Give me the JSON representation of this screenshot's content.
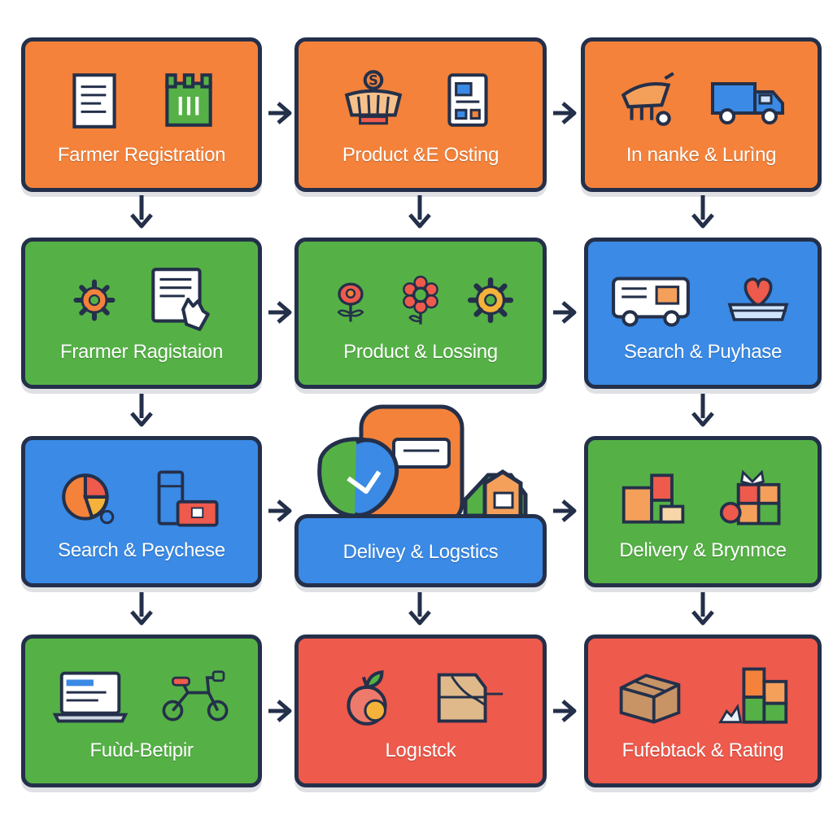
{
  "diagram": {
    "rows": [
      [
        {
          "label": "Farmer Registration",
          "color": "#f4823a",
          "icons": [
            "document-icon",
            "building-icon"
          ]
        },
        {
          "label": "Product &E Osting",
          "color": "#f4823a",
          "icons": [
            "market-basket-icon",
            "id-card-icon"
          ]
        },
        {
          "label": "In nanke & Lurìng",
          "color": "#f4823a",
          "icons": [
            "cart-icon",
            "truck-icon"
          ]
        }
      ],
      [
        {
          "label": "Frarmer Ragistaion",
          "color": "#55b146",
          "icons": [
            "gear-icon",
            "form-hand-icon"
          ]
        },
        {
          "label": "Product & Lossing",
          "color": "#55b146",
          "icons": [
            "flower-icon",
            "flower-icon",
            "gear-icon"
          ]
        },
        {
          "label": "Search & Puyhase",
          "color": "#3a8ae6",
          "icons": [
            "delivery-van-icon",
            "heart-box-icon"
          ]
        }
      ],
      [
        {
          "label": "Search & Peychese",
          "color": "#3a8ae6",
          "icons": [
            "pie-chart-icon",
            "bag-card-icon"
          ]
        },
        {
          "label": "Delivey & Logstics",
          "color": "#3a8ae6",
          "icons": [
            "check-bubble-icon",
            "message-icon",
            "barn-icon"
          ]
        },
        {
          "label": "Delivery & Brynmce",
          "color": "#55b146",
          "icons": [
            "boxes-icon",
            "gift-icon"
          ]
        }
      ],
      [
        {
          "label": "Fuùd-Betipir",
          "color": "#55b146",
          "icons": [
            "laptop-icon",
            "bicycle-icon"
          ]
        },
        {
          "label": "Logıstck",
          "color": "#ee5a4c",
          "icons": [
            "fruit-icon",
            "parcel-icon"
          ]
        },
        {
          "label": "Fufebtack & Rating",
          "color": "#ee5a4c",
          "icons": [
            "package-icon",
            "stack-icon"
          ]
        }
      ]
    ]
  }
}
